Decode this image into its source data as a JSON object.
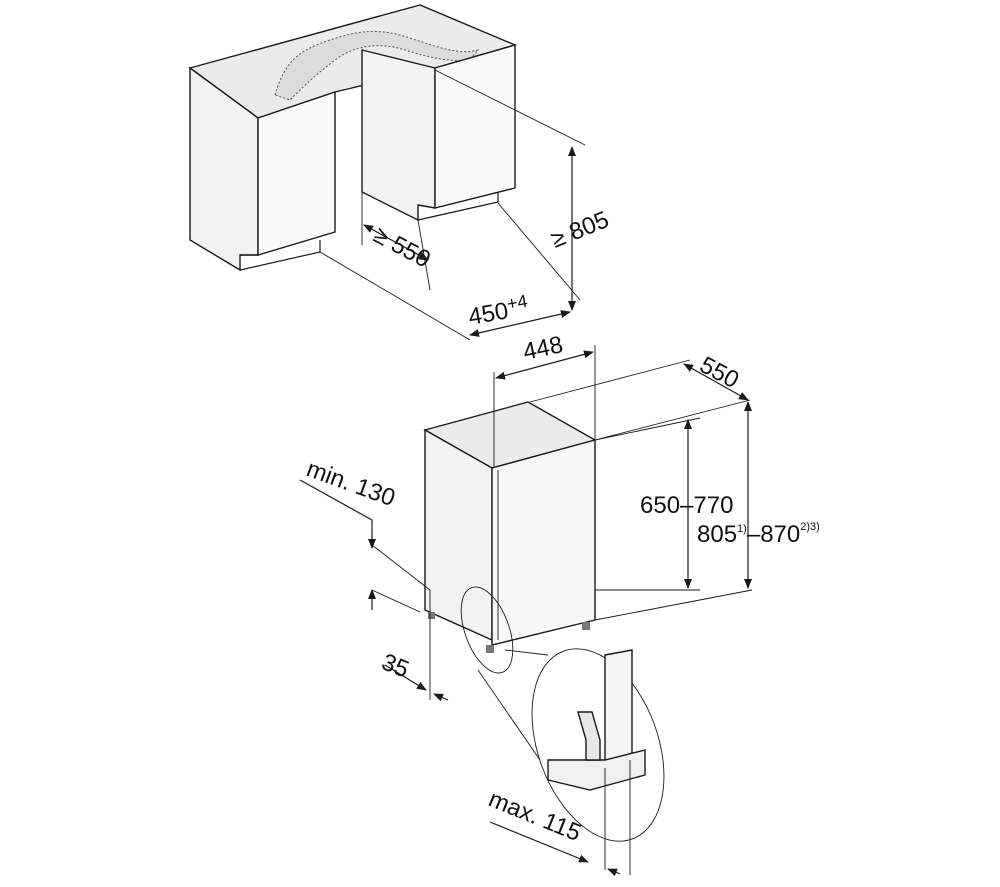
{
  "colors": {
    "line": "#1a1a1a",
    "top_surface": "#ebebeb",
    "side_face": "#f2f2f2",
    "front_face": "#f9f9f9",
    "door_face": "#f4f4f4",
    "background": "#ffffff"
  },
  "installation_niche": {
    "depth_label": "≥ 550",
    "height_label": "≥ 805",
    "width_label": "450",
    "width_tolerance": "+4"
  },
  "appliance": {
    "width_label": "448",
    "depth_label": "550",
    "door_height_label": "650–770",
    "total_height_min": "805",
    "total_height_min_note": "1)",
    "total_height_max": "870",
    "total_height_max_note": "2)3)",
    "total_height_dash": "–",
    "min_door_clearance_label": "min. 130",
    "plinth_depth_label": "35"
  },
  "detail": {
    "max_label": "max. 115"
  }
}
